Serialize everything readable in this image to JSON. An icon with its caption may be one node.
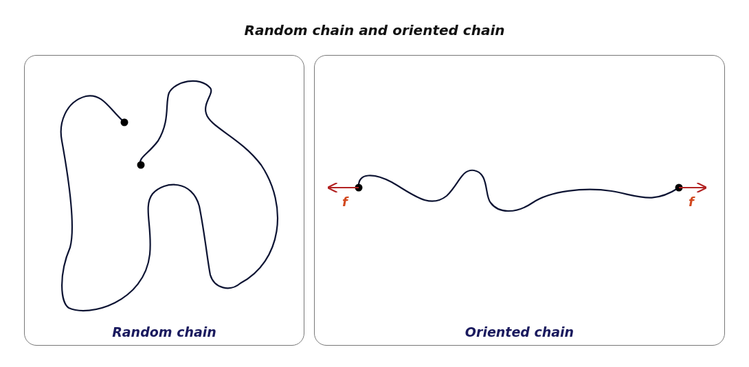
{
  "diagram": {
    "title": "Random chain and oriented chain",
    "nodes": [
      {
        "text": [
          "Random chain"
        ]
      },
      {
        "text": [
          "Oriented chain"
        ]
      }
    ],
    "labels": [
      "f",
      "f"
    ]
  }
}
